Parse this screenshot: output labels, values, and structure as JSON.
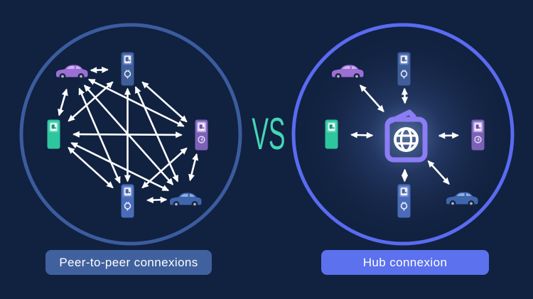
{
  "vs_label": "VS",
  "panels": {
    "left": {
      "label": "Peer-to-peer connexions"
    },
    "right": {
      "label": "Hub connexion"
    }
  },
  "colors": {
    "background": "#112140",
    "left_circle": "#3b5c9e",
    "right_circle": "#5a6bf1",
    "arrow": "#ffffff",
    "vs_text": "#44d6b5",
    "left_label_bg": "#41619e",
    "right_label_bg": "#5b71ed",
    "car_purple": "#9b6fd4",
    "car_blue": "#3f66ad",
    "station_green": "#2dc69e",
    "station_blue": "#3f5e99",
    "station_purple": "#7c61b6",
    "hub_outline": "#8b7df5"
  },
  "diagram": {
    "left_nodes": [
      {
        "id": "l-car-purple",
        "icon": "electric-car-icon",
        "color": "#9b6fd4"
      },
      {
        "id": "l-st-top",
        "icon": "charging-station-icon",
        "color": "#3f5e99"
      },
      {
        "id": "l-st-green",
        "icon": "charging-station-icon",
        "color": "#2dc69e"
      },
      {
        "id": "l-st-purple",
        "icon": "charging-station-icon",
        "color": "#7c61b6"
      },
      {
        "id": "l-st-bottom",
        "icon": "charging-station-icon",
        "color": "#3f5e99"
      },
      {
        "id": "l-car-blue",
        "icon": "electric-car-icon",
        "color": "#3f66ad"
      }
    ],
    "right_nodes": [
      {
        "id": "r-hub",
        "icon": "hub-globe-icon",
        "color": "#8b7df5"
      },
      {
        "id": "r-car-purple",
        "icon": "electric-car-icon",
        "color": "#9b6fd4"
      },
      {
        "id": "r-st-top",
        "icon": "charging-station-icon",
        "color": "#3f5e99"
      },
      {
        "id": "r-st-green",
        "icon": "charging-station-icon",
        "color": "#2dc69e"
      },
      {
        "id": "r-st-purple",
        "icon": "charging-station-icon",
        "color": "#7c61b6"
      },
      {
        "id": "r-st-bottom",
        "icon": "charging-station-icon",
        "color": "#3f5e99"
      },
      {
        "id": "r-car-blue",
        "icon": "electric-car-icon",
        "color": "#3f66ad"
      }
    ],
    "left_edges": [
      [
        "l-car-purple",
        "l-st-top"
      ],
      [
        "l-car-purple",
        "l-st-green"
      ],
      [
        "l-car-purple",
        "l-st-purple"
      ],
      [
        "l-car-purple",
        "l-st-bottom"
      ],
      [
        "l-car-purple",
        "l-car-blue"
      ],
      [
        "l-st-top",
        "l-st-green"
      ],
      [
        "l-st-top",
        "l-st-purple"
      ],
      [
        "l-st-top",
        "l-st-bottom"
      ],
      [
        "l-st-top",
        "l-car-blue"
      ],
      [
        "l-st-green",
        "l-st-purple"
      ],
      [
        "l-st-green",
        "l-st-bottom"
      ],
      [
        "l-st-green",
        "l-car-blue"
      ],
      [
        "l-st-purple",
        "l-st-bottom"
      ],
      [
        "l-st-purple",
        "l-car-blue"
      ],
      [
        "l-st-bottom",
        "l-car-blue"
      ]
    ],
    "right_edges": [
      [
        "r-hub",
        "r-car-purple"
      ],
      [
        "r-hub",
        "r-st-top"
      ],
      [
        "r-hub",
        "r-st-green"
      ],
      [
        "r-hub",
        "r-st-purple"
      ],
      [
        "r-hub",
        "r-st-bottom"
      ],
      [
        "r-hub",
        "r-car-blue"
      ]
    ]
  }
}
